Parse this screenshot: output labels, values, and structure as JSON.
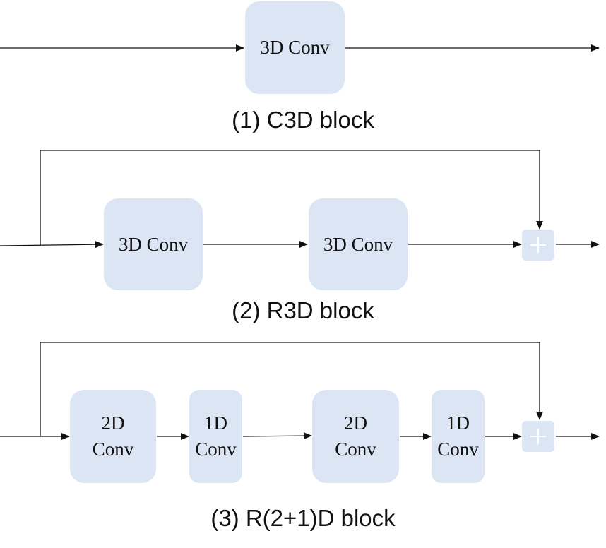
{
  "colors": {
    "block_fill": "#dce5f4",
    "line": "#111111",
    "plus_symbol": "#ffffff"
  },
  "blocks": [
    {
      "caption": "(1) C3D block",
      "layers": [
        {
          "line1": "3D Conv"
        }
      ]
    },
    {
      "caption": "(2) R3D block",
      "layers": [
        {
          "line1": "3D Conv"
        },
        {
          "line1": "3D Conv"
        }
      ],
      "merge": "add"
    },
    {
      "caption": "(3) R(2+1)D block",
      "layers": [
        {
          "line1": "2D",
          "line2": "Conv"
        },
        {
          "line1": "1D",
          "line2": "Conv"
        },
        {
          "line1": "2D",
          "line2": "Conv"
        },
        {
          "line1": "1D",
          "line2": "Conv"
        }
      ],
      "merge": "add"
    }
  ]
}
